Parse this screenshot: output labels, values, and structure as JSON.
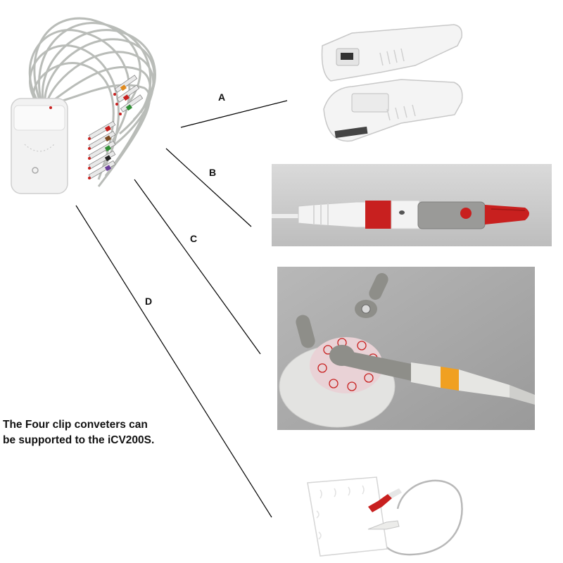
{
  "labels": {
    "a": "A",
    "b": "B",
    "c": "C",
    "d": "D"
  },
  "caption": {
    "line1": "The Four clip conveters can",
    "line2": "be supported to the iCV200S."
  },
  "colors": {
    "background": "#ffffff",
    "device_body": "#f2f2f2",
    "cable_gray": "#b9bcb8",
    "tip_red": "#c8201f",
    "tip_orange": "#e08a1e",
    "tip_green": "#2f8f34",
    "tip_purple": "#6a3d9a",
    "tip_brown": "#7a4a22",
    "photo_b_bg": "#cfcfcf",
    "photo_c_bg": "#a9a9a9",
    "electrode_label": "#e9d2d6",
    "connector_gray": "#8e8e89",
    "connector_orange": "#f0a021"
  },
  "icons": {
    "device": "ecg-recorder-icon",
    "clip_a": "alligator-clip-adapter-icon",
    "clip_b": "banana-plug-adapter-icon",
    "clip_c": "snap-electrode-adapter-icon",
    "clip_d": "tab-electrode-adapter-icon"
  }
}
